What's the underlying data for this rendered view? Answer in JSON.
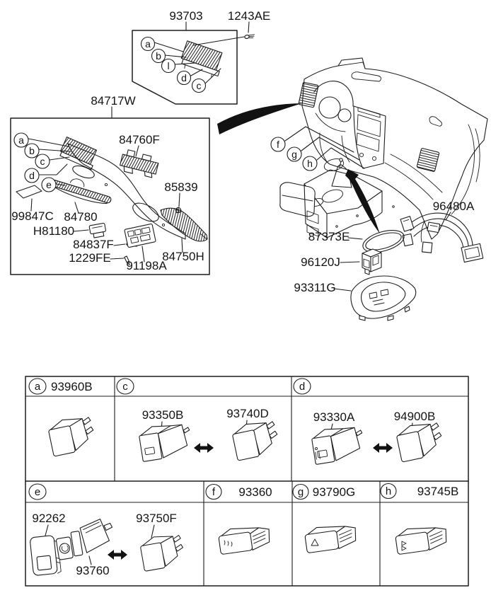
{
  "top_assembly": {
    "part_number": "93703",
    "fastener": "1243AE",
    "callouts": [
      "a",
      "b",
      "l",
      "d",
      "c"
    ]
  },
  "left_assembly": {
    "part_number": "84717W",
    "callouts": [
      "a",
      "b",
      "c",
      "d",
      "e"
    ],
    "parts": {
      "bracket_upper": "84760F",
      "clip": "85839",
      "sticker": "99847C",
      "trim_strip": "84780",
      "bracket_small": "H81180",
      "screw_a": "84837F",
      "screw_b": "1229FE",
      "switch_pad": "91198A",
      "lower_panel": "84750H"
    }
  },
  "dashboard_area": {
    "callouts": [
      "f",
      "g",
      "h"
    ],
    "parts": {
      "wiring_harness": "96480A",
      "seal_ring": "87373E",
      "switch": "96120J",
      "console_bezel": "93311G"
    }
  },
  "table": {
    "cells": {
      "a": {
        "letter": "a",
        "part_number": "93960B"
      },
      "c": {
        "letter": "c",
        "left_part": "93350B",
        "right_part": "93740D"
      },
      "d": {
        "letter": "d",
        "left_part": "93330A",
        "right_part": "94900B"
      },
      "e": {
        "letter": "e",
        "bezel_part": "92262",
        "main_part": "93760",
        "alt_part": "93750F"
      },
      "f": {
        "letter": "f",
        "part_number": "93360"
      },
      "g": {
        "letter": "g",
        "part_number": "93790G"
      },
      "h": {
        "letter": "h",
        "part_number": "93745B"
      }
    }
  },
  "colors": {
    "line": "#1d1d1d",
    "background": "#ffffff"
  }
}
